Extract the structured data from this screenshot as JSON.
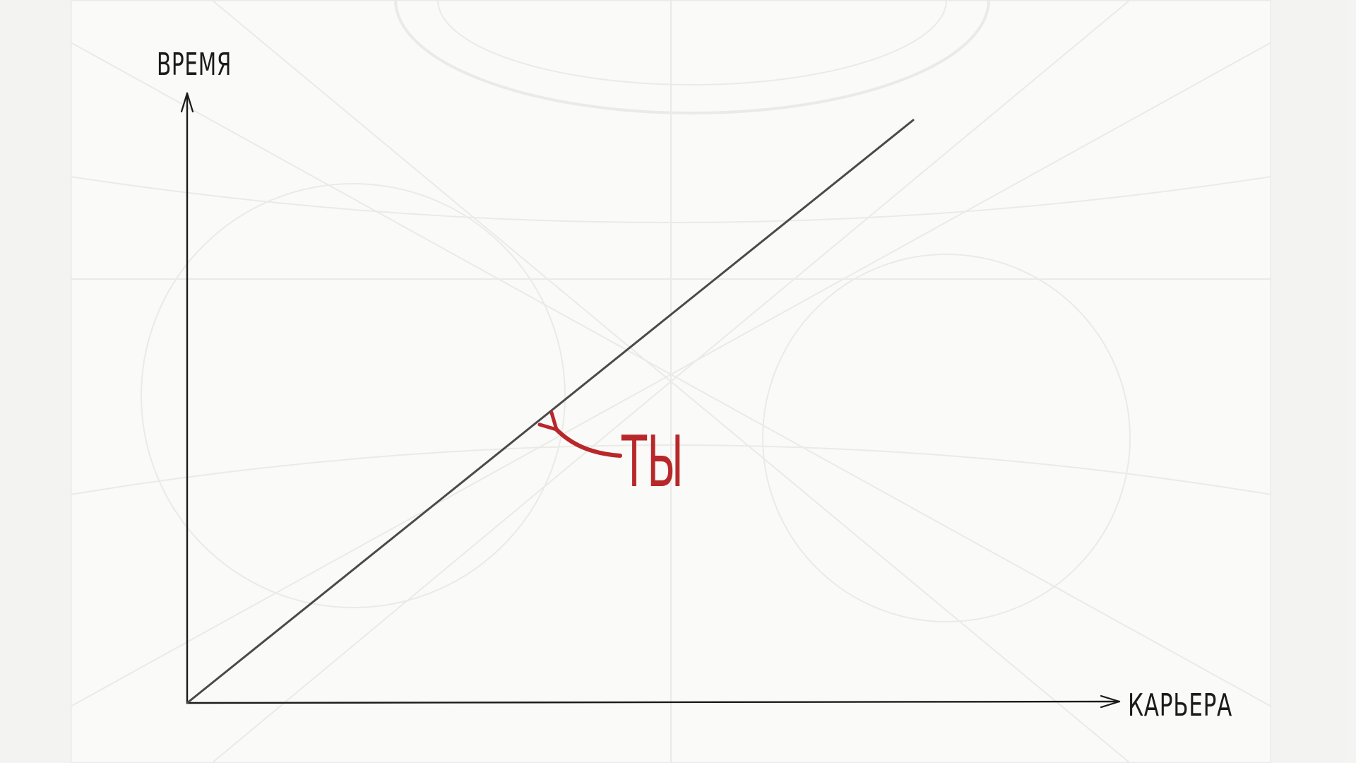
{
  "diagram": {
    "y_axis_label": "ВРЕМЯ",
    "x_axis_label": "КАРЬЕРА",
    "annotation": "ТЫ",
    "colors": {
      "background": "#fafaf9",
      "ink": "#1b1b1b",
      "line": "#4a4a4a",
      "accent": "#b8282a",
      "backdrop": "#e9e9e5"
    }
  }
}
